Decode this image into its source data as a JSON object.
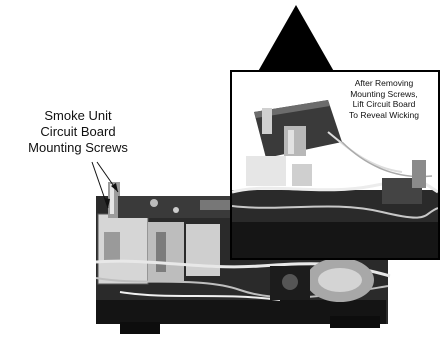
{
  "main_label": {
    "line1": "Smoke Unit",
    "line2": "Circuit Board",
    "line3": "Mounting Screws"
  },
  "inset_caption": {
    "line1": "After Removing",
    "line2": "Mounting Screws,",
    "line3": "Lift Circuit Board",
    "line4": "To Reveal Wicking"
  },
  "colors": {
    "arrow": "#000000",
    "board_dark": "#1a1a1a",
    "board_mid": "#6e6e6e",
    "board_light": "#d8d8d8"
  },
  "icons": {
    "arrow": "up-arrow-icon"
  }
}
